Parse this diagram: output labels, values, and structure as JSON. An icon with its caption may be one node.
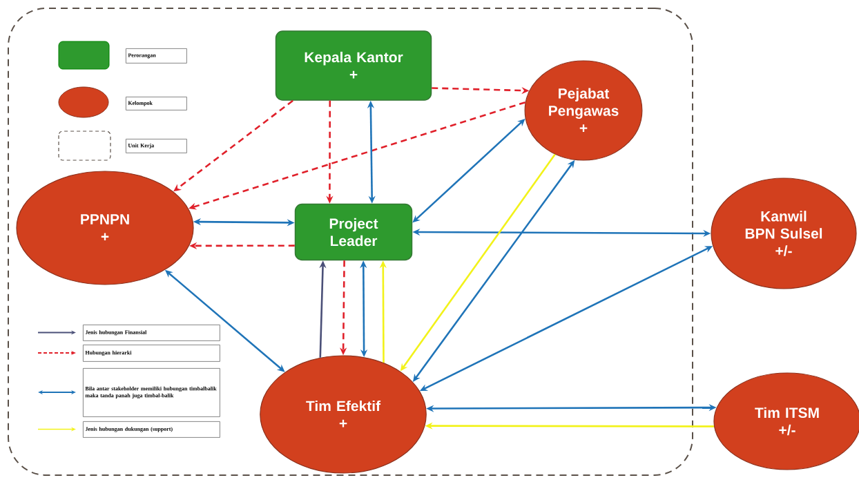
{
  "diagram": {
    "nodes": [
      {
        "text": [],
        "shape": "box"
      },
      {
        "text": [
          "Kepala Kantor",
          "+"
        ],
        "in": 0
      },
      {
        "text": [
          "Pejabat Pengawas",
          "+"
        ],
        "in": 0
      },
      {
        "text": [
          "PPNPN",
          "+"
        ],
        "in": 0
      },
      {
        "text": [
          "Project Leader"
        ],
        "in": 0
      },
      {
        "text": [
          "Kanwil BPN Sulsel",
          "+/-"
        ]
      },
      {
        "text": [
          "Tim Efektif",
          "+"
        ],
        "in": 0
      },
      {
        "text": [
          "Tim ITSM",
          "+/-"
        ]
      }
    ],
    "edges": [
      {
        "from": 1,
        "to": 2,
        "arrow": "to",
        "style": "dashed",
        "color": "#e0202a"
      },
      {
        "from": 1,
        "to": 3,
        "arrow": "to",
        "style": "dashed",
        "color": "#e0202a"
      },
      {
        "from": 1,
        "to": 4,
        "arrow": "to",
        "style": "dashed",
        "color": "#e0202a"
      },
      {
        "from": 2,
        "to": 3,
        "arrow": "to",
        "style": "dashed",
        "color": "#e0202a"
      },
      {
        "from": 4,
        "to": 3,
        "arrow": "to",
        "style": "dashed",
        "color": "#e0202a"
      },
      {
        "from": 4,
        "to": 6,
        "arrow": "to",
        "style": "dashed",
        "color": "#e0202a"
      },
      {
        "from": 1,
        "to": 4,
        "arrow": "both"
      },
      {
        "from": 3,
        "to": 4,
        "arrow": "both"
      },
      {
        "from": 3,
        "to": 6,
        "arrow": "both"
      },
      {
        "from": 2,
        "to": 4,
        "arrow": "both"
      },
      {
        "from": 2,
        "to": 6,
        "arrow": "both"
      },
      {
        "from": 4,
        "to": 5,
        "arrow": "both"
      },
      {
        "from": 6,
        "to": 5,
        "arrow": "both"
      },
      {
        "from": 4,
        "to": 6,
        "arrow": "both"
      },
      {
        "from": 6,
        "to": 7,
        "arrow": "both"
      },
      {
        "from": 6,
        "to": 4,
        "arrow": "to",
        "color": "#4b5078"
      },
      {
        "from": 2,
        "to": 6,
        "arrow": "to",
        "color": "#f2f21a"
      },
      {
        "from": 6,
        "to": 4,
        "arrow": "to",
        "color": "#f2f21a"
      },
      {
        "from": 7,
        "to": 6,
        "arrow": "to",
        "color": "#f2f21a"
      }
    ],
    "legend": [
      {
        "text": "Perorangan",
        "color": "#2e9a2e"
      },
      {
        "text": "Kelompok",
        "color": "#d2401e"
      },
      {
        "text": "Unit Kerja"
      },
      {
        "text": "Jenis hubungan Finansial"
      },
      {
        "text": "Hubungan hierarki"
      },
      {
        "text": "Bila antar stakeholder memiliki hubungan timbalbalik maka tanda panah juga timbal-balik"
      },
      {
        "text": "Jenis hubungan dukungan (support)"
      }
    ]
  }
}
